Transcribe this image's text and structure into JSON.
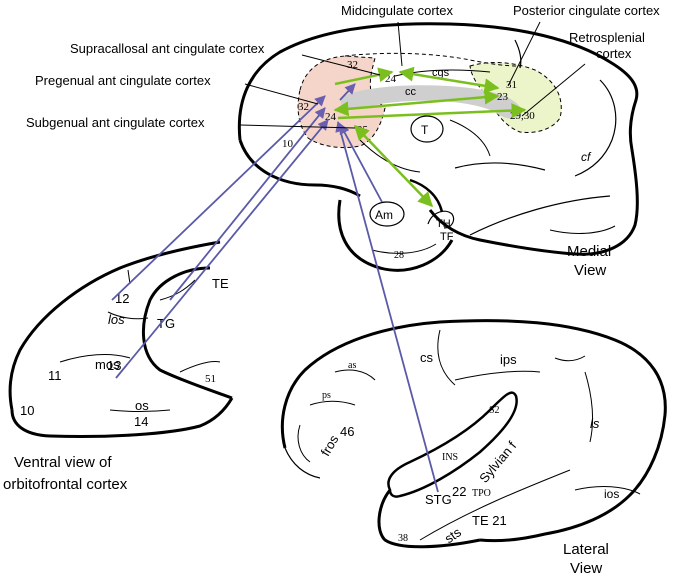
{
  "titles": {
    "midcingulate": "Midcingulate cortex",
    "posterior_cingulate": "Posterior cingulate cortex",
    "retrosplenial_1": "Retrosplenial",
    "retrosplenial_2": "cortex",
    "supracallosal": "Supracallosal ant cingulate cortex",
    "pregenual": "Pregenual ant cingulate cortex",
    "subgenual": "Subgenual ant cingulate cortex",
    "medial_view_1": "Medial",
    "medial_view_2": "View",
    "ventral_view_1": "Ventral view of",
    "ventral_view_2": "orbitofrontal cortex",
    "lateral_view_1": "Lateral",
    "lateral_view_2": "View"
  },
  "medial": {
    "area_32_top": "32",
    "area_32_left": "32",
    "area_24_center": "24",
    "area_24_lower": "24",
    "area_25": "25",
    "area_10": "10",
    "cgs": "cgs",
    "cc": "cc",
    "area_31": "31",
    "area_23": "23",
    "area_29_30": "29,30",
    "thalamus": "T",
    "amygdala": "Am",
    "th": "TH",
    "tf": "TF",
    "area_28": "28",
    "cf": "cf"
  },
  "ventral": {
    "area_12": "12",
    "los": "los",
    "mos": "mos",
    "area_13": "13",
    "area_11": "11",
    "area_10": "10",
    "os": "os",
    "area_14": "14",
    "tg": "TG",
    "te": "TE",
    "area_51": "51"
  },
  "lateral": {
    "as": "as",
    "cs": "cs",
    "ips": "ips",
    "ps": "ps",
    "area_46": "46",
    "fros": "fros",
    "s2": "S2",
    "ins": "INS",
    "sylvian": "Sylvian f",
    "ls": "ls",
    "ios": "ios",
    "stg": "STG",
    "area_22": "22",
    "tpo": "TPO",
    "sts": "sts",
    "te21": "TE 21",
    "area_38": "38"
  },
  "colors": {
    "green_arrow": "#7bbf1e",
    "blue_arrow": "#5a5aa8",
    "arrowhead_purple": "#6a5fb0",
    "anterior_fill": "#f5d5c9",
    "posterior_fill": "#ecf4c9",
    "cc_fill": "#cfcfcf"
  }
}
